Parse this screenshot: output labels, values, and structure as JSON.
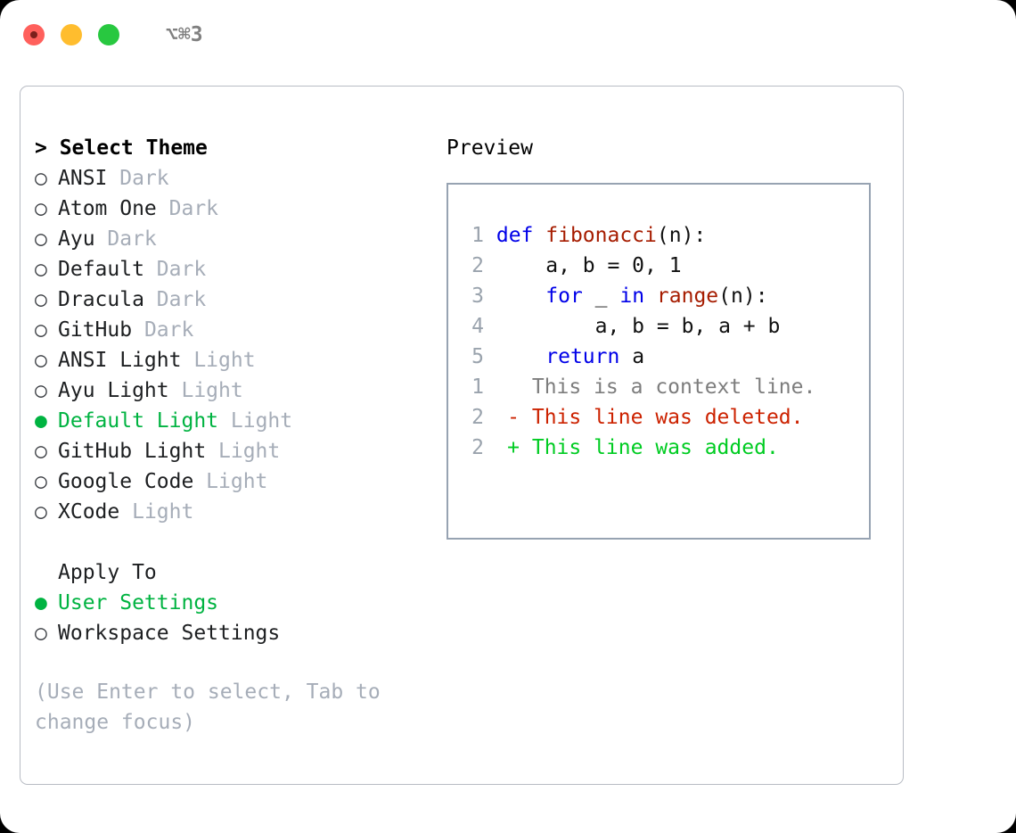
{
  "titlebar": {
    "shortcut": "⌥⌘3",
    "lights": [
      "close",
      "minimize",
      "maximize"
    ]
  },
  "theme_list": {
    "header": "> Select Theme",
    "header_marker": ">",
    "bullet_empty": "○",
    "bullet_filled": "●",
    "items": [
      {
        "name": "ANSI",
        "tag": "Dark",
        "selected": false
      },
      {
        "name": "Atom One",
        "tag": "Dark",
        "selected": false
      },
      {
        "name": "Ayu",
        "tag": "Dark",
        "selected": false
      },
      {
        "name": "Default",
        "tag": "Dark",
        "selected": false
      },
      {
        "name": "Dracula",
        "tag": "Dark",
        "selected": false
      },
      {
        "name": "GitHub",
        "tag": "Dark",
        "selected": false
      },
      {
        "name": "ANSI Light",
        "tag": "Light",
        "selected": false
      },
      {
        "name": "Ayu Light",
        "tag": "Light",
        "selected": false
      },
      {
        "name": "Default Light",
        "tag": "Light",
        "selected": true
      },
      {
        "name": "GitHub Light",
        "tag": "Light",
        "selected": false
      },
      {
        "name": "Google Code",
        "tag": "Light",
        "selected": false
      },
      {
        "name": "XCode",
        "tag": "Light",
        "selected": false
      }
    ]
  },
  "apply_to": {
    "header": "Apply To",
    "options": [
      {
        "name": "User Settings",
        "selected": true
      },
      {
        "name": "Workspace Settings",
        "selected": false
      }
    ]
  },
  "hint": "(Use Enter to select, Tab to change focus)",
  "preview": {
    "title": "Preview",
    "code_lines": [
      {
        "number": "1",
        "tokens": [
          {
            "text": "def ",
            "type": "kw"
          },
          {
            "text": "fibonacci",
            "type": "fn"
          },
          {
            "text": "(n):",
            "type": "plain"
          }
        ]
      },
      {
        "number": "2",
        "tokens": [
          {
            "text": "    a, b = 0, 1",
            "type": "plain"
          }
        ]
      },
      {
        "number": "3",
        "tokens": [
          {
            "text": "    ",
            "type": "plain"
          },
          {
            "text": "for",
            "type": "kw"
          },
          {
            "text": " _ ",
            "type": "plain"
          },
          {
            "text": "in",
            "type": "kw"
          },
          {
            "text": " ",
            "type": "plain"
          },
          {
            "text": "range",
            "type": "fn"
          },
          {
            "text": "(n):",
            "type": "plain"
          }
        ]
      },
      {
        "number": "4",
        "tokens": [
          {
            "text": "        a, b = b, a + b",
            "type": "plain"
          }
        ]
      },
      {
        "number": "5",
        "tokens": [
          {
            "text": "    ",
            "type": "plain"
          },
          {
            "text": "return",
            "type": "kw"
          },
          {
            "text": " a",
            "type": "plain"
          }
        ]
      }
    ],
    "diff_lines": [
      {
        "number": "1",
        "marker": " ",
        "text": "This is a context line.",
        "type": "ctx"
      },
      {
        "number": "2",
        "marker": "-",
        "text": "This line was deleted.",
        "type": "del"
      },
      {
        "number": "2",
        "marker": "+",
        "text": "This line was added.",
        "type": "add"
      }
    ]
  },
  "colors": {
    "accent_green": "#00b341",
    "muted": "#a6adb8",
    "keyword": "#0000e8",
    "function": "#a61c00",
    "diff_add": "#00cc22",
    "diff_del": "#cc2200",
    "border": "#97a3b2"
  }
}
